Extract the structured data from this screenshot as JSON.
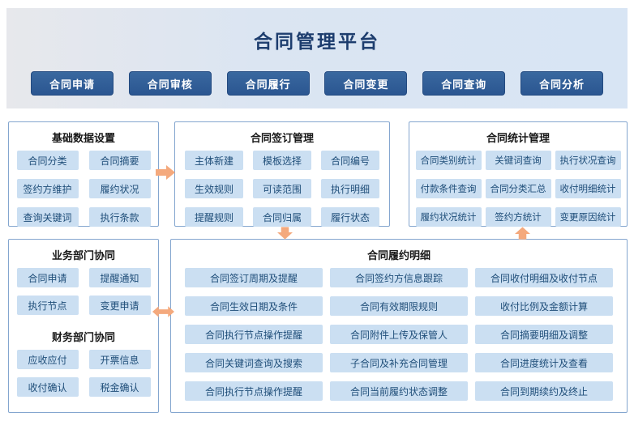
{
  "colors": {
    "title_text": "#1d3d6e",
    "nav_button_bg": "#2e5c9c",
    "nav_button_text": "#ffffff",
    "chip_bg": "#cbdff2",
    "chip_text": "#1f4e79",
    "panel_border": "#84a6cf",
    "arrow": "#f4a97d",
    "banner_bg": "#dbe5f2"
  },
  "header": {
    "title": "合同管理平台",
    "nav_buttons": [
      "合同申请",
      "合同审核",
      "合同履行",
      "合同变更",
      "合同查询",
      "合同分析"
    ]
  },
  "panels": {
    "basic_data": {
      "title": "基础数据设置",
      "items": [
        "合同分类",
        "合同摘要",
        "签约方维护",
        "履约状况",
        "查询关键词",
        "执行条款"
      ]
    },
    "signing": {
      "title": "合同签订管理",
      "items": [
        "主体新建",
        "模板选择",
        "合同编号",
        "生效规则",
        "可读范围",
        "执行明细",
        "提醒规则",
        "合同归属",
        "履行状态"
      ]
    },
    "statistics": {
      "title": "合同统计管理",
      "items": [
        "合同类别统计",
        "关键词查询",
        "执行状况查询",
        "付款条件查询",
        "合同分类汇总",
        "收付明细统计",
        "履约状况统计",
        "签约方统计",
        "变更原因统计"
      ]
    },
    "business_collab": {
      "title": "业务部门协同",
      "items": [
        "合同申请",
        "提醒通知",
        "执行节点",
        "变更申请"
      ]
    },
    "finance_collab": {
      "title": "财务部门协同",
      "items": [
        "应收应付",
        "开票信息",
        "收付确认",
        "税金确认"
      ]
    },
    "performance": {
      "title": "合同履约明细",
      "items": [
        "合同签订周期及提醒",
        "合同签约方信息跟踪",
        "合同收付明细及收付节点",
        "合同生效日期及条件",
        "合同有效期限规则",
        "收付比例及金额计算",
        "合同执行节点操作提醒",
        "合同附件上传及保管人",
        "合同摘要明细及调整",
        "合同关键词查询及搜索",
        "子合同及补充合同管理",
        "合同进度统计及查看",
        "合同执行节点操作提醒",
        "合同当前履约状态调整",
        "合同到期续约及终止"
      ]
    }
  }
}
